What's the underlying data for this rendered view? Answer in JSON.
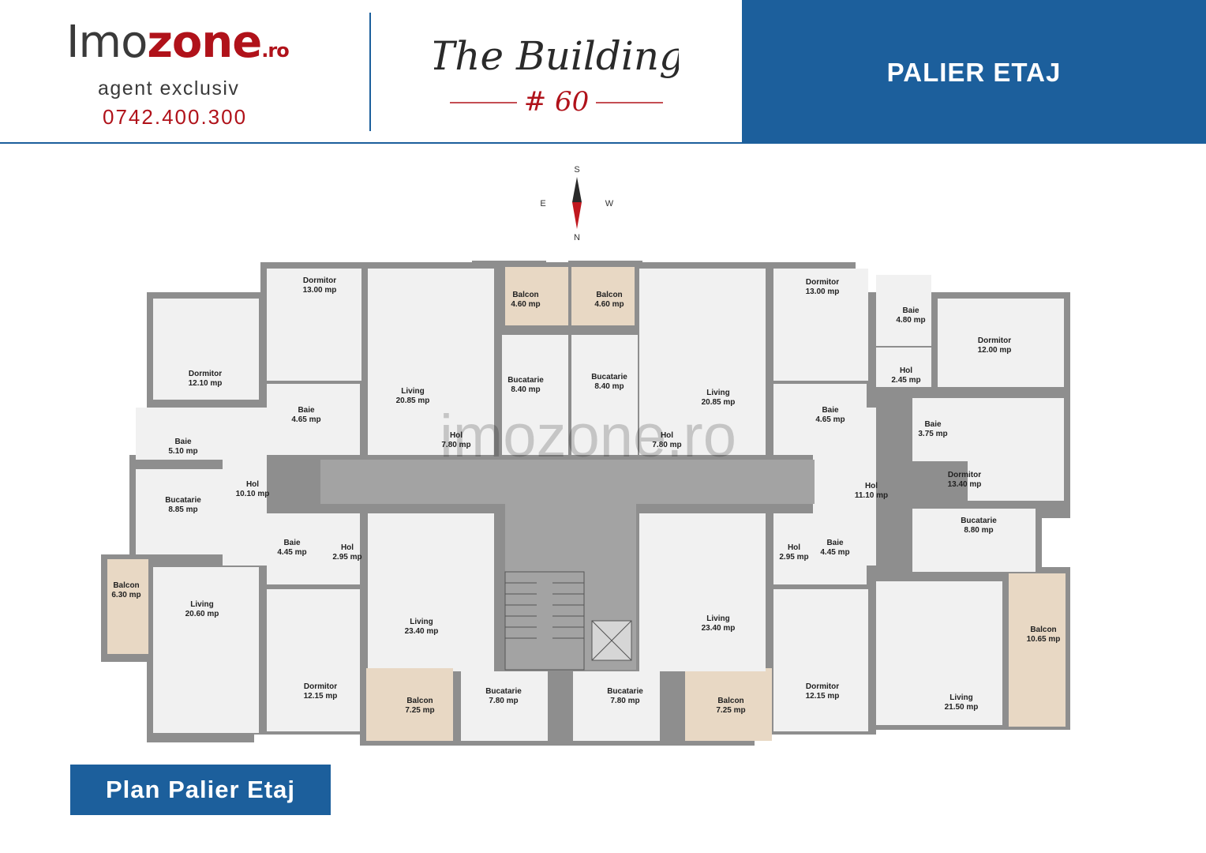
{
  "header": {
    "brand_prefix": "Imo",
    "brand_name": "zone",
    "brand_tld": ".ro",
    "brand_subtitle": "agent exclusiv",
    "brand_phone": "0742.400.300",
    "building_title": "The Building",
    "building_number": "# 60",
    "panel_title": "PALIER ETAJ"
  },
  "compass": {
    "north": "N",
    "south": "S",
    "east": "E",
    "west": "W"
  },
  "watermark": "imozone.ro",
  "rooms": [
    {
      "name": "Dormitor",
      "area": "12.10 mp"
    },
    {
      "name": "Dormitor",
      "area": "13.00 mp"
    },
    {
      "name": "Baie",
      "area": "5.10 mp"
    },
    {
      "name": "Baie",
      "area": "4.65 mp"
    },
    {
      "name": "Hol",
      "area": "10.10 mp"
    },
    {
      "name": "Bucatarie",
      "area": "8.85 mp"
    },
    {
      "name": "Balcon",
      "area": "6.30 mp"
    },
    {
      "name": "Living",
      "area": "20.60 mp"
    },
    {
      "name": "Baie",
      "area": "4.45 mp"
    },
    {
      "name": "Hol",
      "area": "2.95 mp"
    },
    {
      "name": "Dormitor",
      "area": "12.15 mp"
    },
    {
      "name": "Living",
      "area": "20.85 mp"
    },
    {
      "name": "Balcon",
      "area": "4.60 mp"
    },
    {
      "name": "Bucatarie",
      "area": "8.40 mp"
    },
    {
      "name": "Hol",
      "area": "7.80 mp"
    },
    {
      "name": "Living",
      "area": "23.40 mp"
    },
    {
      "name": "Balcon",
      "area": "7.25 mp"
    },
    {
      "name": "Bucatarie",
      "area": "7.80 mp"
    },
    {
      "name": "Balcon",
      "area": "4.60 mp"
    },
    {
      "name": "Bucatarie",
      "area": "8.40 mp"
    },
    {
      "name": "Hol",
      "area": "7.80 mp"
    },
    {
      "name": "Living",
      "area": "20.85 mp"
    },
    {
      "name": "Bucatarie",
      "area": "7.80 mp"
    },
    {
      "name": "Balcon",
      "area": "7.25 mp"
    },
    {
      "name": "Living",
      "area": "23.40 mp"
    },
    {
      "name": "Dormitor",
      "area": "13.00 mp"
    },
    {
      "name": "Baie",
      "area": "4.65 mp"
    },
    {
      "name": "Hol",
      "area": "11.10 mp"
    },
    {
      "name": "Baie",
      "area": "4.45 mp"
    },
    {
      "name": "Hol",
      "area": "2.95 mp"
    },
    {
      "name": "Dormitor",
      "area": "12.15 mp"
    },
    {
      "name": "Baie",
      "area": "4.80 mp"
    },
    {
      "name": "Hol",
      "area": "2.45 mp"
    },
    {
      "name": "Dormitor",
      "area": "12.00 mp"
    },
    {
      "name": "Baie",
      "area": "3.75 mp"
    },
    {
      "name": "Dormitor",
      "area": "13.40 mp"
    },
    {
      "name": "Bucatarie",
      "area": "8.80 mp"
    },
    {
      "name": "Balcon",
      "area": "10.65 mp"
    },
    {
      "name": "Living",
      "area": "21.50 mp"
    }
  ],
  "footer": {
    "plan_label": "Plan Palier Etaj"
  },
  "colors": {
    "brand_blue": "#1c5f9c",
    "brand_red": "#b0121a",
    "wall_gray": "#8e8e8e",
    "corridor_gray": "#a3a3a3"
  }
}
